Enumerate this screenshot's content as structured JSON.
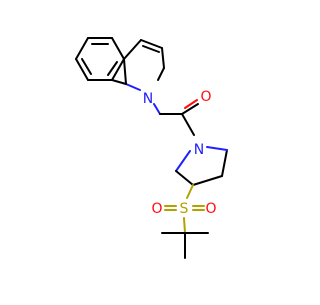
{
  "molecule": {
    "atom_labels": {
      "indole_n": "N",
      "carbonyl_o": "O",
      "pyrrolidine_n": "N",
      "sulfur": "S",
      "sulfonyl_o_left": "O",
      "sulfonyl_o_right": "O"
    },
    "colors": {
      "carbon_bond": "#000000",
      "nitrogen": "#2121ff",
      "oxygen": "#ff0d0d",
      "sulfur": "#b2a200",
      "background": "#ffffff"
    }
  }
}
